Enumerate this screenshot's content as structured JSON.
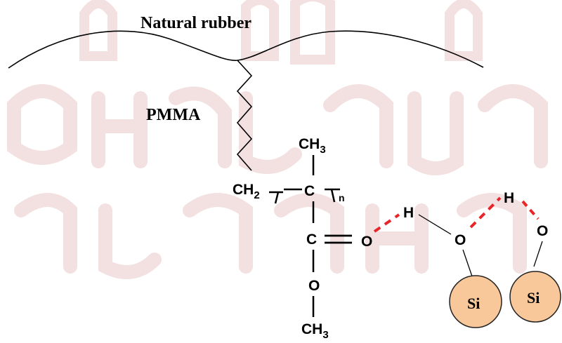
{
  "labels": {
    "natural_rubber": "Natural rubber",
    "pmma": "PMMA"
  },
  "atoms": {
    "ch3_top_main": "CH",
    "ch3_top_sub": "3",
    "ch2_main": "CH",
    "ch2_sub": "2",
    "c_backbone": "C",
    "n_sub": "n",
    "c_carbonyl": "C",
    "o_carbonyl": "O",
    "o_ester": "O",
    "ch3_bottom_main": "CH",
    "ch3_bottom_sub": "3",
    "h_first": "H",
    "o_silanol_1": "O",
    "h_second": "H",
    "o_silanol_2": "O",
    "si_1": "Si",
    "si_2": "Si"
  },
  "colors": {
    "hydrogen_bond": "#e8262a",
    "silica_fill": "#f9c89a",
    "silica_stroke": "#222222",
    "bond": "#000000",
    "watermark": "#f2dede"
  }
}
